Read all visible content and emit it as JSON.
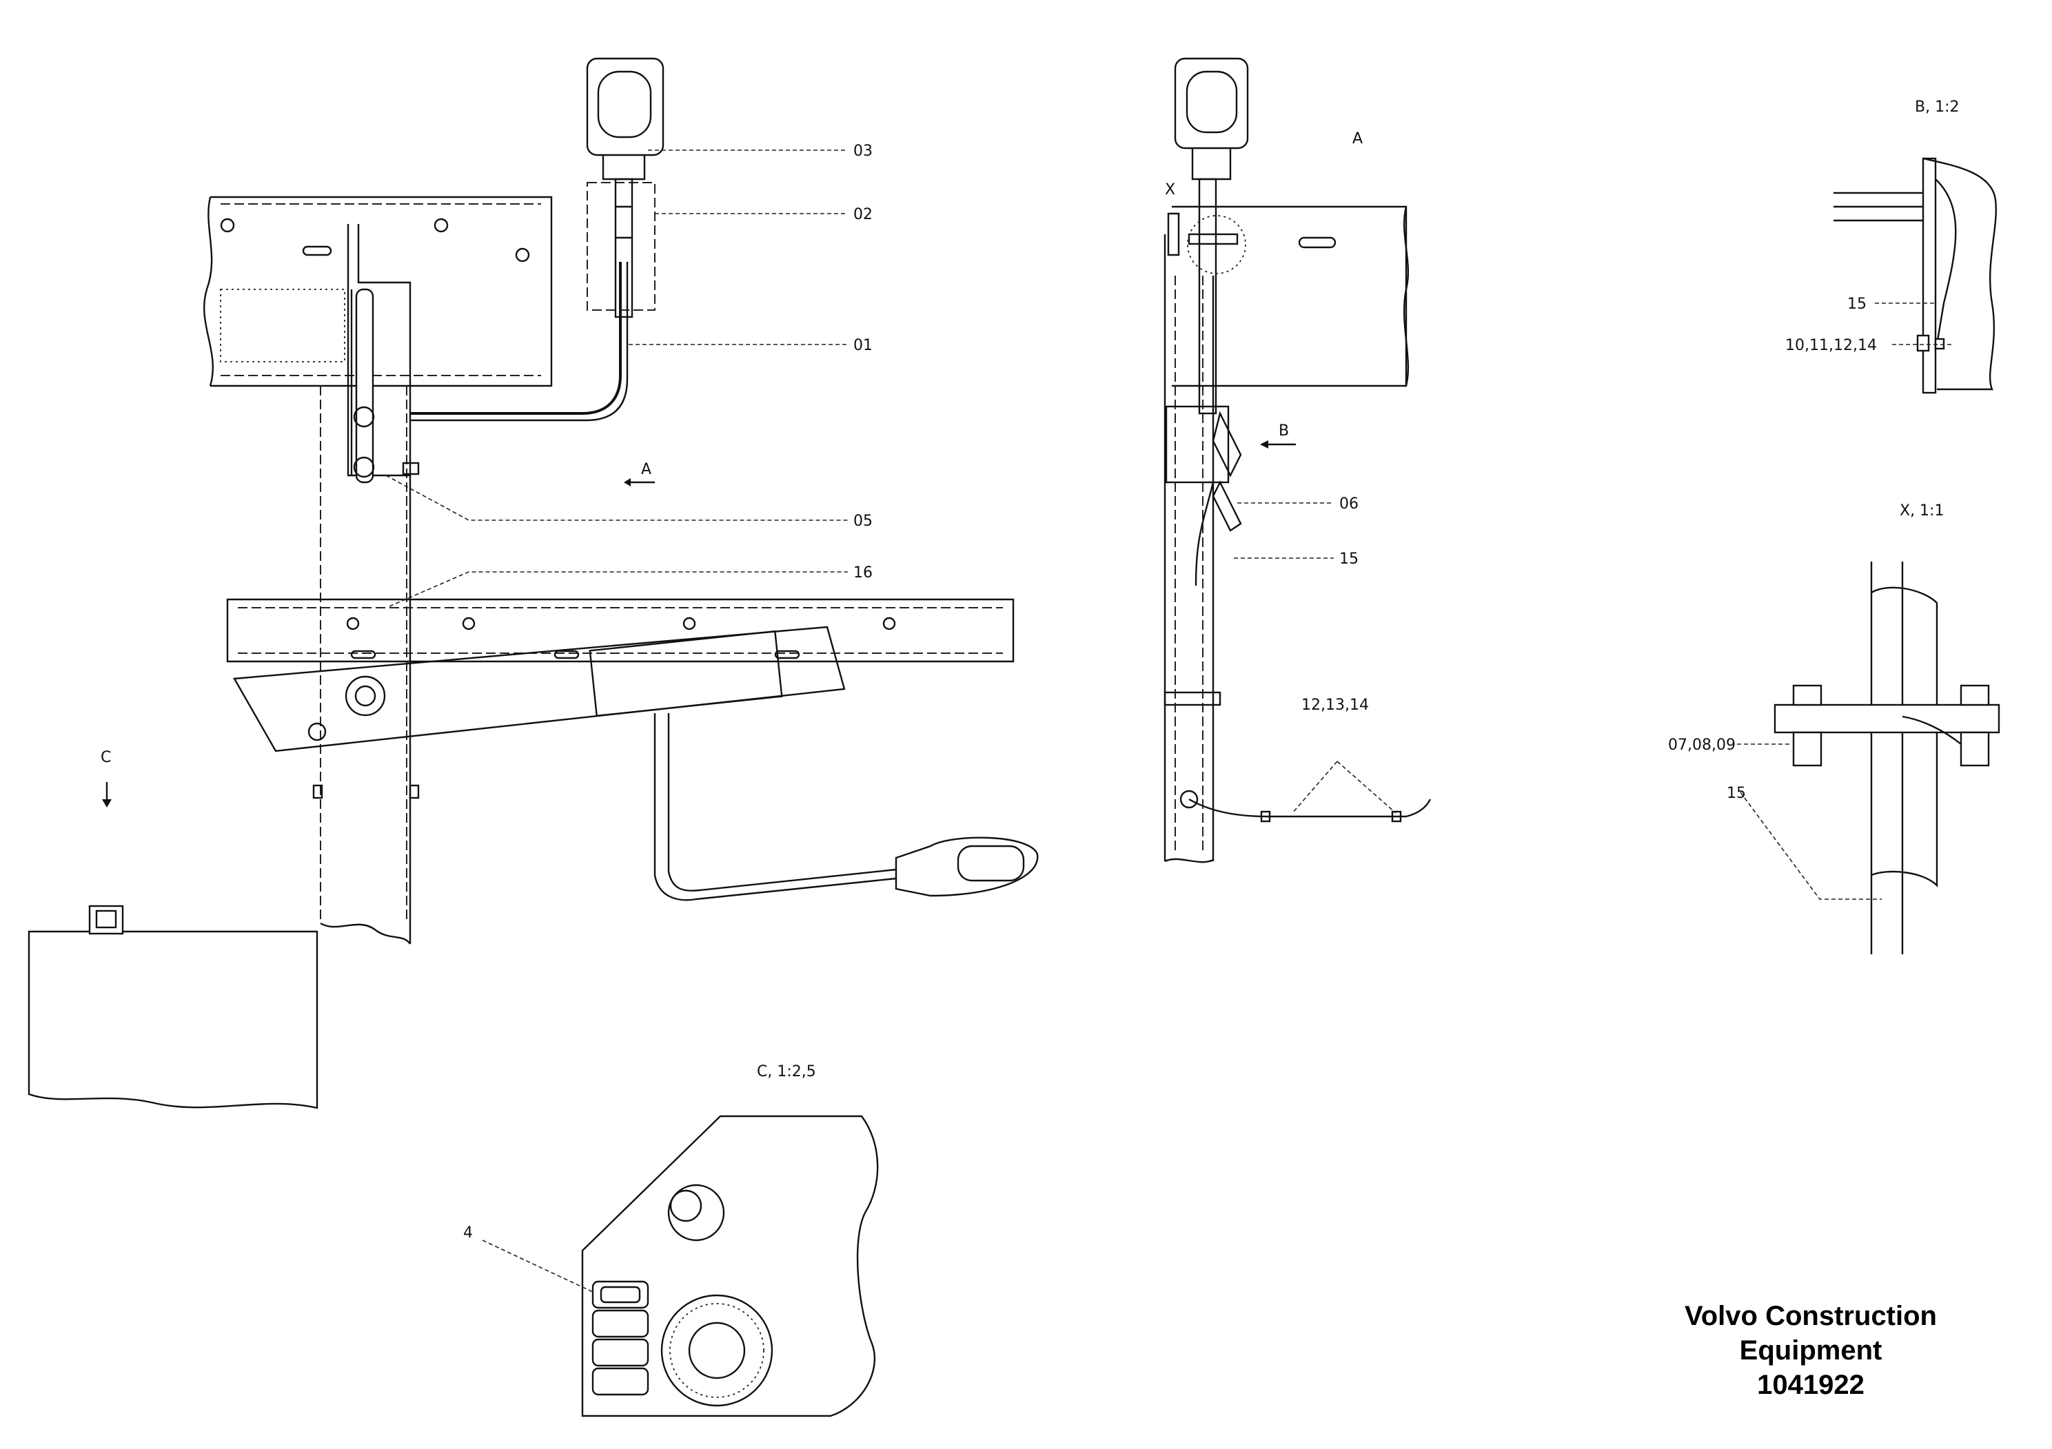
{
  "callouts": {
    "c03": "03",
    "c02": "02",
    "c01": "01",
    "c05": "05",
    "c16": "16",
    "c06": "06",
    "c15_side": "15",
    "c12_13_14": "12,13,14",
    "c15_b": "15",
    "c10_11_12_14": "10,11,12,14",
    "c07_08_09": "07,08,09",
    "c15_x": "15",
    "c4": "4"
  },
  "view_labels": {
    "arrow_a": "A",
    "view_a": "A",
    "arrow_b": "B",
    "arrow_c": "C",
    "detail_x_marker": "X",
    "view_b": "B,   1:2",
    "view_x": "X,   1:1",
    "view_c": "C,   1:2,5"
  },
  "brand": {
    "line1": "Volvo Construction",
    "line2": "Equipment",
    "drawing_number": "1041922"
  }
}
